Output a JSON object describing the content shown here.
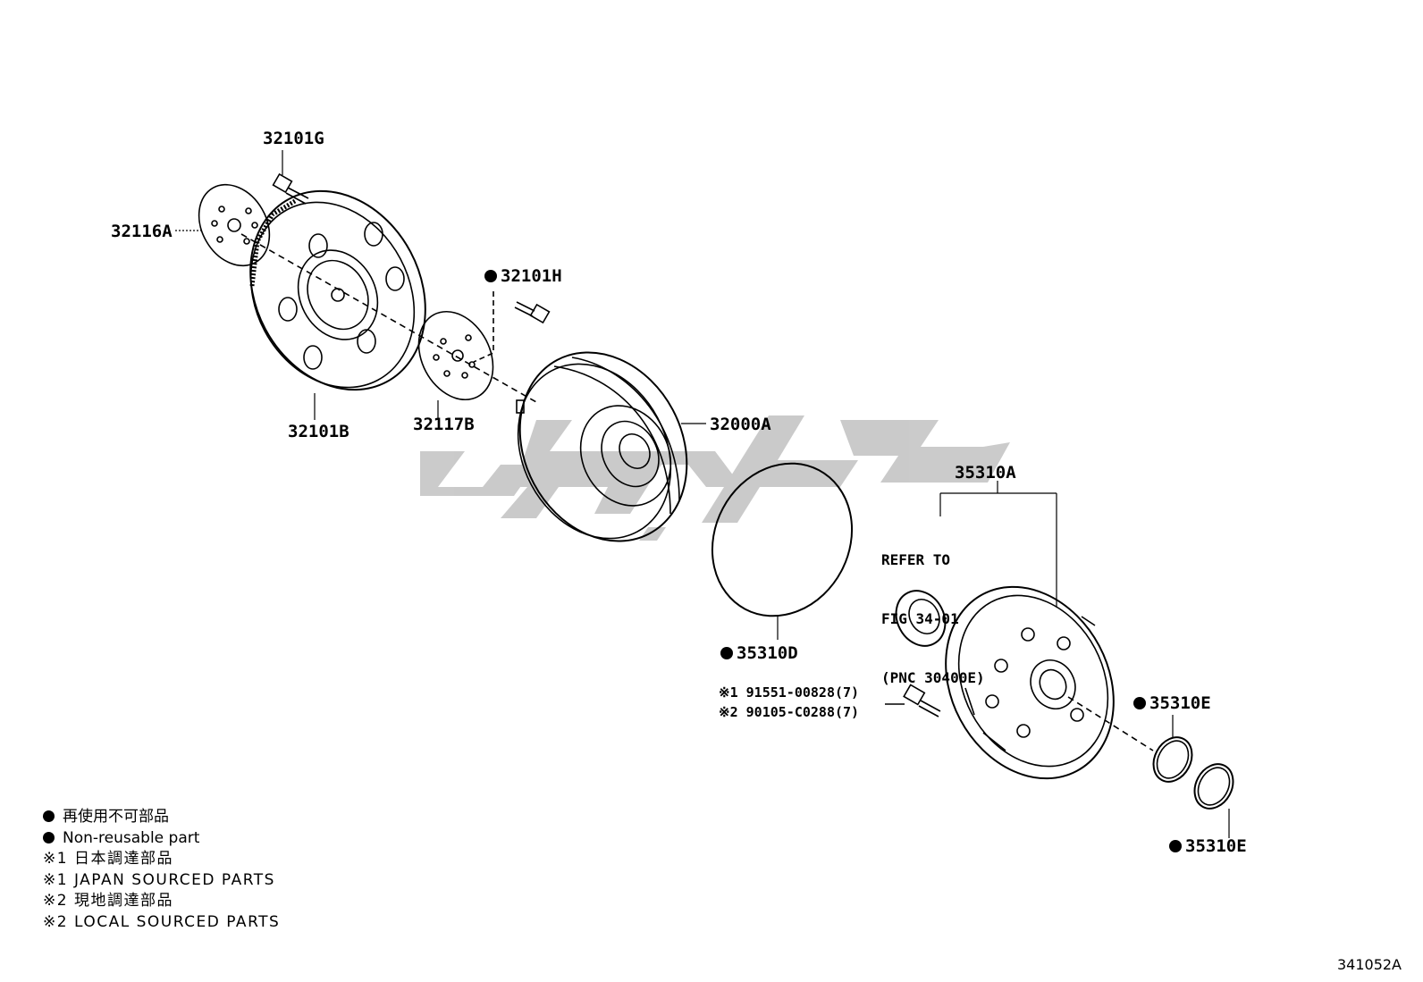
{
  "parts": {
    "p_32101G": "32101G",
    "p_32116A": "32116A",
    "p_32101H": "32101H",
    "p_32101B": "32101B",
    "p_32117B": "32117B",
    "p_32000A": "32000A",
    "p_35310A": "35310A",
    "p_35310D": "35310D",
    "p_35310E_1": "35310E",
    "p_35310E_2": "35310E"
  },
  "refer_note": {
    "line1": "REFER TO",
    "line2": "FIG 34-01",
    "line3": "(PNC 30400E)"
  },
  "fastener": {
    "line1": "※1 91551-00828(7)",
    "line2": "※2 90105-C0288(7)"
  },
  "legend": {
    "row1": "再使用不可部品",
    "row2": "Non-reusable part",
    "row3": "※1  日本調達部品",
    "row4": "※1  JAPAN SOURCED PARTS",
    "row5": "※2  現地調達部品",
    "row6": "※2  LOCAL SOURCED PARTS"
  },
  "figure_number": "341052A",
  "colors": {
    "line": "#000000",
    "watermark": "#c8c8c8"
  }
}
